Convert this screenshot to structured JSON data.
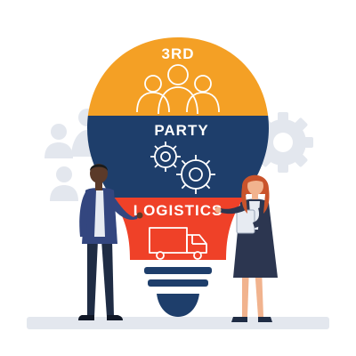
{
  "bulb": {
    "segments": [
      {
        "label": "3RD",
        "color": "#F4A025",
        "icon": "team-people-icon"
      },
      {
        "label": "PARTY",
        "color": "#1E3E6B",
        "icon": "gears-icon"
      },
      {
        "label": "LOGISTICS",
        "color": "#EF4128",
        "icon": "delivery-truck-icon"
      }
    ],
    "base_color": "#1E3E6B"
  },
  "background_icons": [
    "faded-people-icon",
    "faded-gear-icon"
  ],
  "figures": [
    "businessman-pointing",
    "businesswoman-with-tablet"
  ],
  "colors": {
    "orange": "#F4A025",
    "navy": "#1E3E6B",
    "red": "#EF4128",
    "background_gray": "#E3E7EE",
    "ground": "#E3E7EE"
  }
}
